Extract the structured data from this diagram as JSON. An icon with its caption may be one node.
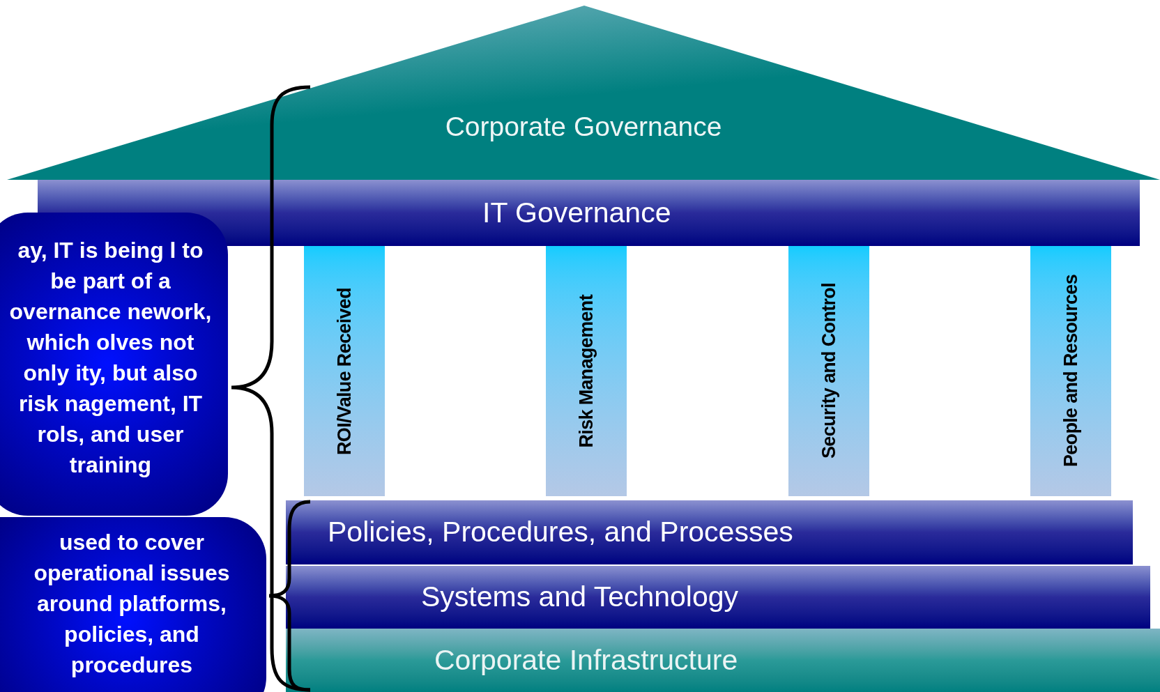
{
  "diagram": {
    "nodes": [
      {
        "text": [
          "Corporate Governance"
        ]
      },
      {
        "text": [
          "IT Governance"
        ]
      },
      {
        "text": [
          "ROI/Value Received"
        ]
      },
      {
        "text": [
          "Risk Management"
        ]
      },
      {
        "text": [
          "Security and Control"
        ]
      },
      {
        "text": [
          "People and Resources"
        ]
      },
      {
        "text": [
          "Policies, Procedures, and Processes"
        ]
      },
      {
        "text": [
          "Systems and Technology"
        ]
      },
      {
        "text": [
          "Corporate Infrastructure"
        ]
      },
      {
        "text": [
          "used to cover operational issues around platforms, policies, and procedures"
        ]
      },
      {
        "text": [
          "ay, IT is being l to be part of a overnance nework, which olves not only ity, but also risk nagement, IT rols, and user training"
        ]
      }
    ]
  }
}
